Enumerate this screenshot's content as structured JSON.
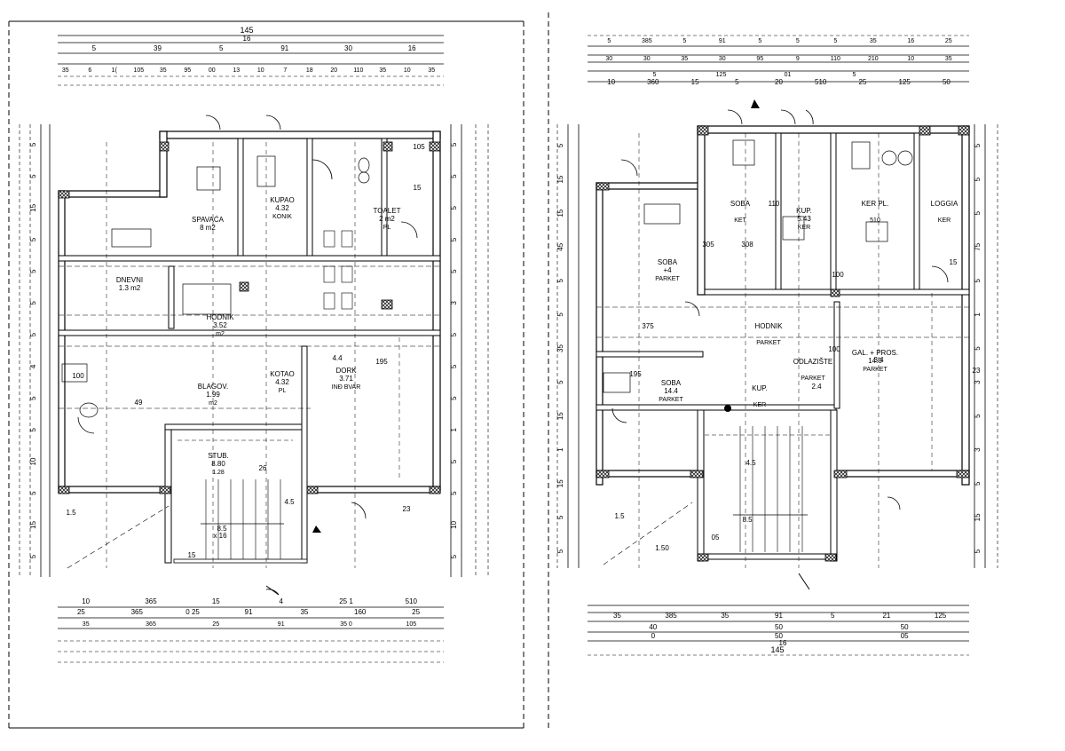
{
  "sheet_left": {
    "overall_top": "145",
    "overall_top_sub": "16",
    "dims_top_row1": [
      "5",
      "39",
      "5",
      "91",
      "30",
      "16"
    ],
    "dims_top_row2": [
      "35",
      "6",
      "1(",
      "105",
      "35",
      "95",
      "00",
      "13",
      "10",
      "7",
      "18",
      "20",
      "110",
      "35",
      "10",
      "35"
    ],
    "dims_bottom_row1": [
      "10",
      "365",
      "15",
      "4",
      "25 1",
      "510"
    ],
    "dims_bottom_row2": [
      "25",
      "365",
      "0 25",
      "91",
      "35",
      "160",
      "25"
    ],
    "dims_bottom_row3": [
      "35",
      "365",
      "25",
      "91",
      "35 0",
      "105"
    ],
    "dims_left": [
      "5",
      "5",
      "15",
      "5",
      "5",
      "5",
      "5",
      "4",
      "5",
      "5",
      "10",
      "5",
      "15",
      "5"
    ],
    "dims_right": [
      "5",
      "5",
      "5",
      "5",
      "5",
      "3",
      "5",
      "5",
      "5",
      "1",
      "5",
      "5",
      "10",
      "5"
    ],
    "rooms": [
      {
        "name": "KUPAO",
        "area": "4.32",
        "floor": "KONIK"
      },
      {
        "name": "TOALET",
        "area": "2 m2",
        "floor": "PL"
      },
      {
        "name": "SPAVAĆA",
        "area": "8 m2",
        "floor": ""
      },
      {
        "name": "DNEVNI",
        "area": "1.3 m2",
        "floor": ""
      },
      {
        "name": "HODNIK",
        "area": "3.52",
        "floor": "m2"
      },
      {
        "name": "DORK",
        "area": "3.71",
        "floor": "INĐ BVAR"
      },
      {
        "name": "BLAGOV.",
        "area": "1.99",
        "floor": "m2"
      },
      {
        "name": "KOTAO",
        "area": "4.32",
        "floor": "PL"
      },
      {
        "name": "STUB.",
        "area": "8.80",
        "floor": "1.28"
      }
    ],
    "labels_misc": [
      "100",
      "105",
      "1.5",
      "195",
      "49",
      "4.4",
      "4.5",
      "26",
      "x 16",
      "15",
      "8.5",
      "23",
      "15"
    ]
  },
  "sheet_right": {
    "overall_bottom": "145",
    "overall_bottom_sub": "16",
    "dims_top_row1": [
      "5",
      "385",
      "5",
      "91",
      "5",
      "5",
      "5",
      "35",
      "16",
      "25"
    ],
    "dims_top_row2": [
      "30",
      "30",
      "35",
      "30",
      "95",
      "9",
      "110",
      "210",
      "10",
      "35"
    ],
    "dims_top_row3": [
      "10",
      "360",
      "15",
      "5",
      "20",
      "510",
      "25",
      "125",
      "50"
    ],
    "dims_top_row4": [
      "5",
      "125",
      "01",
      "5"
    ],
    "dims_bottom_row1": [
      "35",
      "385",
      "35",
      "91",
      "5",
      "21",
      "125"
    ],
    "dims_bottom_row2": [
      "40",
      "50",
      "50"
    ],
    "dims_bottom_row3": [
      "0",
      "50",
      "05"
    ],
    "dims_left": [
      "5",
      "15",
      "15",
      "45",
      "5",
      "5",
      "35",
      "5",
      "15",
      "1",
      "15",
      "5",
      "5"
    ],
    "dims_right": [
      "5",
      "5",
      "5",
      "75",
      "5",
      "1",
      "5",
      "3",
      "5",
      "3",
      "5",
      "15",
      "5"
    ],
    "rooms": [
      {
        "name": "SOBA",
        "area": "",
        "floor": "KET"
      },
      {
        "name": "KUP.",
        "area": "5.43",
        "floor": "KER"
      },
      {
        "name": "KER PL.",
        "area": "",
        "floor": "510"
      },
      {
        "name": "LOGGIA",
        "area": "",
        "floor": "KER"
      },
      {
        "name": "SOBA",
        "area": "+4",
        "floor": "PARKET"
      },
      {
        "name": "HODNIK",
        "area": "",
        "floor": "PARKET"
      },
      {
        "name": "SOBA",
        "area": "14.4",
        "floor": "PARKET"
      },
      {
        "name": "KUP.",
        "area": "",
        "floor": "KER"
      },
      {
        "name": "ODLAZIŠTE",
        "area": "",
        "floor": "PARKET"
      },
      {
        "name": "GAL. + PROS.",
        "area": "14.0",
        "floor": "PARKET"
      }
    ],
    "labels_misc": [
      "195",
      "375",
      "1.5",
      "1.50",
      "2.4",
      "110",
      "305",
      "308",
      "100",
      "05",
      "4.5",
      "8.5",
      "3.4",
      "100",
      "23",
      "15"
    ]
  },
  "colors": {
    "ink": "#000000",
    "paper": "#ffffff",
    "hatch": "#555555"
  }
}
